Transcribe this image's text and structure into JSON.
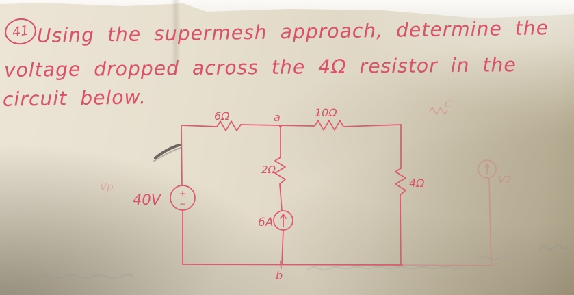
{
  "problem": {
    "number": "41",
    "lines": [
      "Using the supermesh approach, determine the",
      "voltage dropped across the 4Ω resistor in the",
      "circuit below."
    ]
  },
  "circuit": {
    "labels": {
      "r_top_left": "6Ω",
      "r_top_right": "10Ω",
      "r_middle": "2Ω",
      "r_right": "4Ω",
      "voltage_source": "40V",
      "source_plus": "+",
      "source_minus": "−",
      "current_source": "6A",
      "current_arrow": "↑",
      "node_a": "a",
      "node_b": "b"
    }
  },
  "faint_marks": {
    "left": "Vp",
    "right": "V2",
    "top_right": "C"
  },
  "colors": {
    "ink": "#d8536a",
    "paper": "#e3dccb",
    "pencil": "#3f3f39"
  }
}
